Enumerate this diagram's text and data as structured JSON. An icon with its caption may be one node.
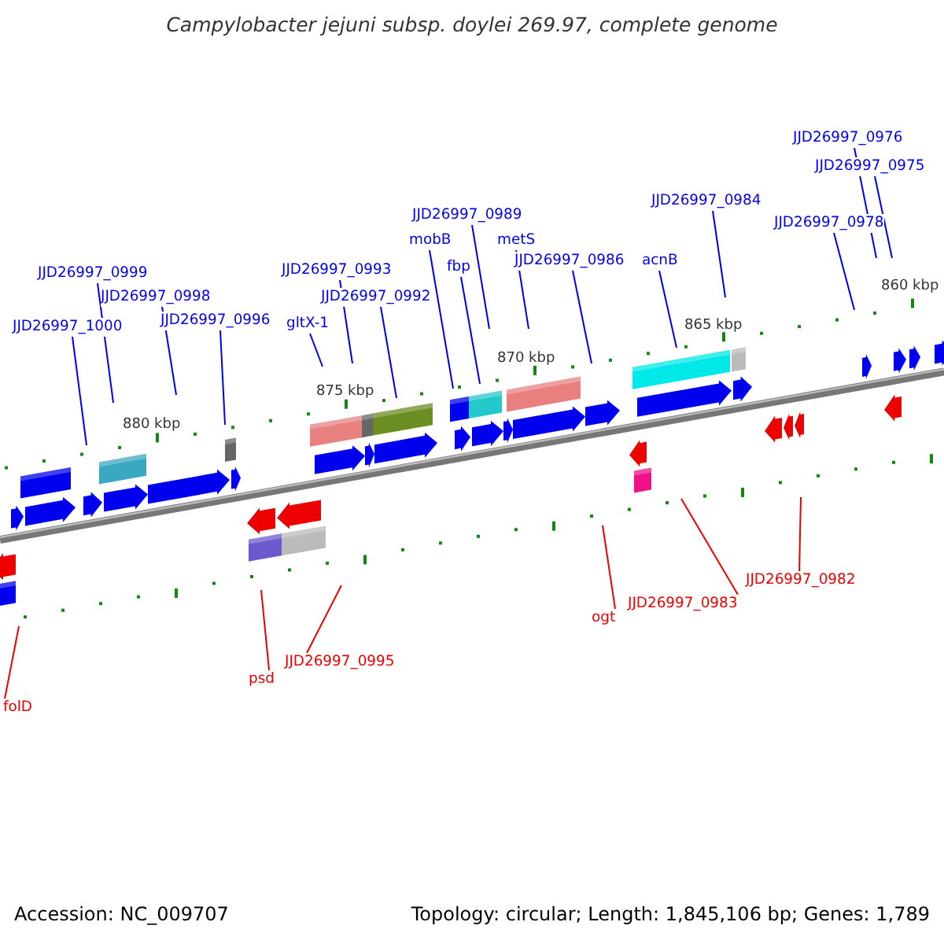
{
  "diagram": {
    "title": "Campylobacter jejuni subsp. doylei 269.97, complete genome",
    "nodes": [
      {
        "text": [
          "JJD26997_1000"
        ]
      },
      {
        "text": [
          "JJD26997_0999"
        ]
      },
      {
        "text": [
          "JJD26997_0998"
        ]
      },
      {
        "text": [
          "JJD26997_0996"
        ]
      },
      {
        "text": [
          "gltX-1"
        ]
      },
      {
        "text": [
          "JJD26997_0993"
        ]
      },
      {
        "text": [
          "JJD26997_0992"
        ]
      },
      {
        "text": [
          "mobB"
        ]
      },
      {
        "text": [
          "JJD26997_0989"
        ]
      },
      {
        "text": [
          "fbp"
        ]
      },
      {
        "text": [
          "metS"
        ]
      },
      {
        "text": [
          "JJD26997_0986"
        ]
      },
      {
        "text": [
          "acnB"
        ]
      },
      {
        "text": [
          "JJD26997_0984"
        ]
      },
      {
        "text": [
          "JJD26997_0978"
        ]
      },
      {
        "text": [
          "JJD26997_0976"
        ]
      },
      {
        "text": [
          "JJD26997_0975"
        ]
      },
      {
        "text": [
          "folD"
        ]
      },
      {
        "text": [
          "psd"
        ]
      },
      {
        "text": [
          "JJD26997_0995"
        ]
      },
      {
        "text": [
          "ogt"
        ]
      },
      {
        "text": [
          "JJD26997_0983"
        ]
      },
      {
        "text": [
          "JJD26997_0982"
        ]
      }
    ],
    "edges": [
      {
        "from": 0,
        "to": null,
        "arrow": "none"
      },
      {
        "from": 1,
        "to": null,
        "arrow": "none"
      },
      {
        "from": 2,
        "to": null,
        "arrow": "none"
      },
      {
        "from": 3,
        "to": null,
        "arrow": "none"
      },
      {
        "from": 4,
        "to": null,
        "arrow": "none"
      },
      {
        "from": 5,
        "to": null,
        "arrow": "none"
      },
      {
        "from": 6,
        "to": null,
        "arrow": "none"
      },
      {
        "from": 7,
        "to": null,
        "arrow": "none"
      },
      {
        "from": 8,
        "to": null,
        "arrow": "none"
      },
      {
        "from": 9,
        "to": null,
        "arrow": "none"
      },
      {
        "from": 10,
        "to": null,
        "arrow": "none"
      },
      {
        "from": 11,
        "to": null,
        "arrow": "none"
      },
      {
        "from": 12,
        "to": null,
        "arrow": "none"
      },
      {
        "from": 13,
        "to": null,
        "arrow": "none"
      },
      {
        "from": 14,
        "to": null,
        "arrow": "none"
      },
      {
        "from": 15,
        "to": null,
        "arrow": "none"
      },
      {
        "from": 16,
        "to": null,
        "arrow": "none"
      },
      {
        "from": 17,
        "to": null,
        "arrow": "none",
        "color": "#ee0000"
      },
      {
        "from": 18,
        "to": null,
        "arrow": "none",
        "color": "#ee0000"
      },
      {
        "from": 19,
        "to": null,
        "arrow": "none",
        "color": "#ee0000"
      },
      {
        "from": 20,
        "to": null,
        "arrow": "none",
        "color": "#ee0000"
      },
      {
        "from": 21,
        "to": null,
        "arrow": "none",
        "color": "#ee0000"
      },
      {
        "from": 22,
        "to": null,
        "arrow": "none",
        "color": "#ee0000"
      }
    ],
    "labels": [
      "880 kbp",
      "875 kbp",
      "870 kbp",
      "865 kbp",
      "860 kbp",
      "Accession: NC_009707",
      "Topology: circular; Length: 1,845,106 bp; Genes: 1,789"
    ]
  }
}
